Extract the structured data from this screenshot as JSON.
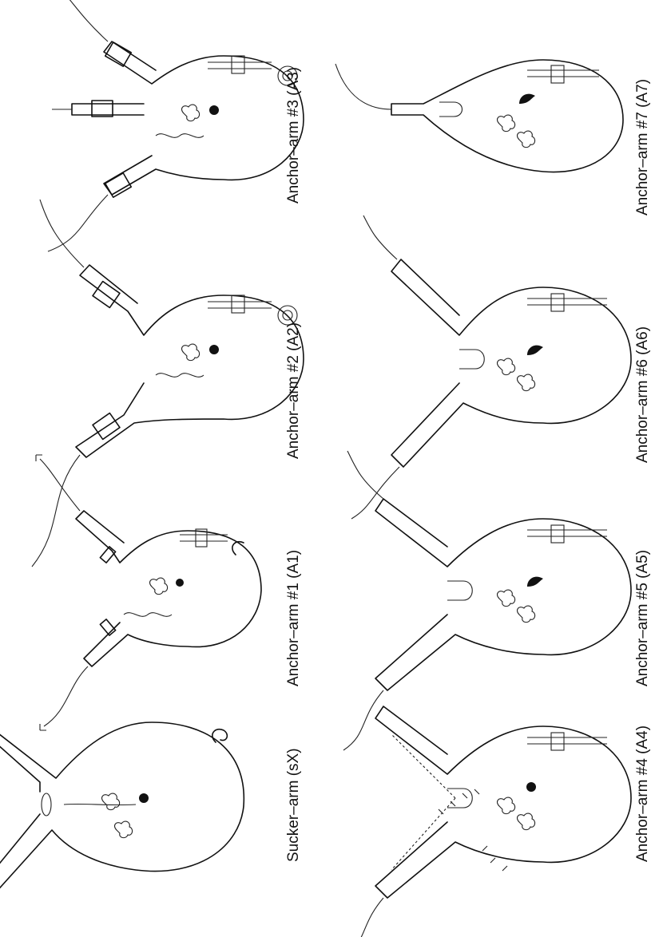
{
  "figure": {
    "panels": [
      {
        "id": "sX",
        "label": "Sucker–arm (sX)"
      },
      {
        "id": "A1",
        "label": "Anchor–arm #1 (A1)"
      },
      {
        "id": "A2",
        "label": "Anchor–arm #2 (A2)"
      },
      {
        "id": "A3",
        "label": "Anchor–arm #3 (A3)"
      },
      {
        "id": "A4",
        "label": "Anchor–arm #4 (A4)"
      },
      {
        "id": "A5",
        "label": "Anchor–arm #5 (A5)"
      },
      {
        "id": "A6",
        "label": "Anchor–arm #6 (A6)"
      },
      {
        "id": "A7",
        "label": "Anchor–arm #7 (A7)"
      }
    ]
  }
}
